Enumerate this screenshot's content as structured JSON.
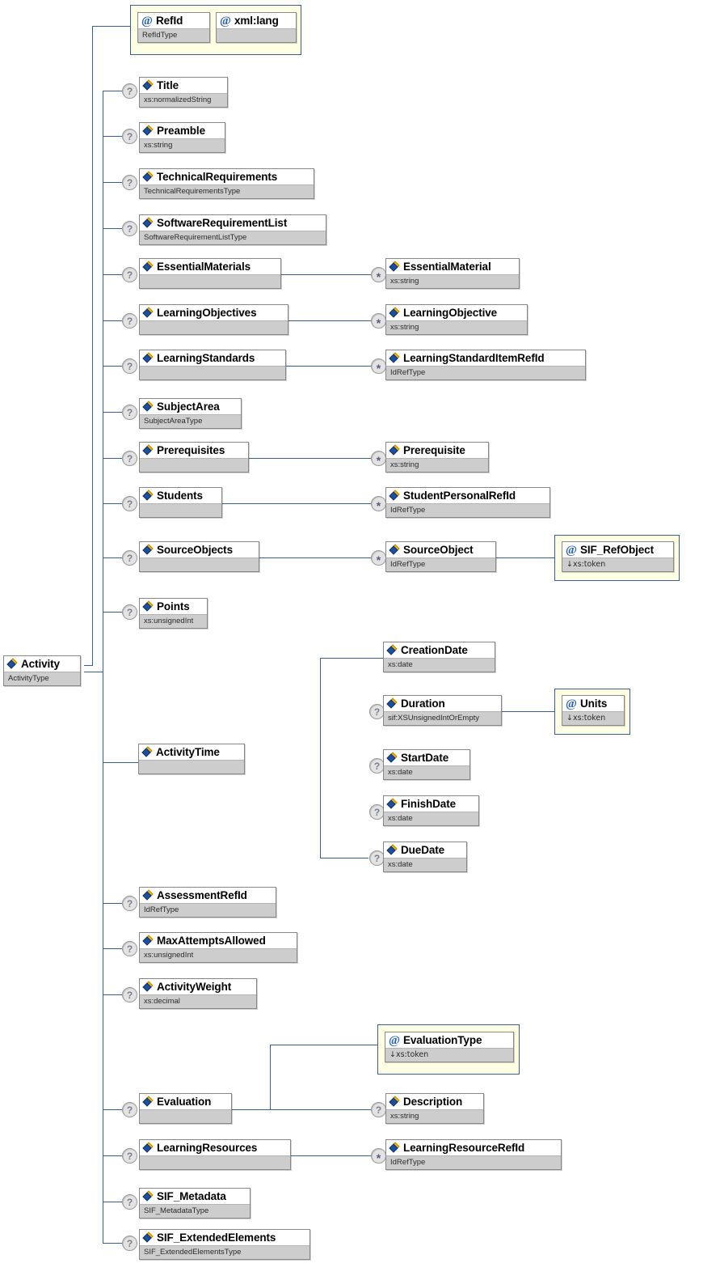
{
  "diagram": {
    "title": "Activity",
    "root": {
      "name": "Activity",
      "type": "ActivityType",
      "icon": "element-icon"
    },
    "accent_color": "#3a5f8a",
    "type_band_color": "#cdcdcd",
    "attribute_group_color": "#ffffe4"
  },
  "attribute_group_root": {
    "name": "activity-attributes",
    "attributes": [
      {
        "name": "RefId",
        "type": "RefIdType",
        "icon": "at-icon"
      },
      {
        "name": "xml:lang",
        "type": "",
        "icon": "at-icon"
      }
    ]
  },
  "elements": [
    {
      "name": "Title",
      "type": "xs:normalizedString",
      "occ": "?",
      "icon": "element-icon"
    },
    {
      "name": "Preamble",
      "type": "xs:string",
      "occ": "?",
      "icon": "element-icon"
    },
    {
      "name": "TechnicalRequirements",
      "type": "TechnicalRequirementsType",
      "occ": "?",
      "icon": "element-icon"
    },
    {
      "name": "SoftwareRequirementList",
      "type": "SoftwareRequirementListType",
      "occ": "?",
      "icon": "element-icon"
    },
    {
      "name": "EssentialMaterials",
      "type": "",
      "occ": "?",
      "icon": "element-icon"
    },
    {
      "name": "LearningObjectives",
      "type": "",
      "occ": "?",
      "icon": "element-icon"
    },
    {
      "name": "LearningStandards",
      "type": "",
      "occ": "?",
      "icon": "element-icon"
    },
    {
      "name": "SubjectArea",
      "type": "SubjectAreaType",
      "occ": "?",
      "icon": "element-icon"
    },
    {
      "name": "Prerequisites",
      "type": "",
      "occ": "?",
      "icon": "element-icon"
    },
    {
      "name": "Students",
      "type": "",
      "occ": "?",
      "icon": "element-icon"
    },
    {
      "name": "SourceObjects",
      "type": "",
      "occ": "?",
      "icon": "element-icon"
    },
    {
      "name": "Points",
      "type": "xs:unsignedInt",
      "occ": "?",
      "icon": "element-icon"
    },
    {
      "name": "ActivityTime",
      "type": "",
      "occ": "",
      "icon": "element-icon"
    },
    {
      "name": "AssessmentRefId",
      "type": "IdRefType",
      "occ": "?",
      "icon": "element-icon"
    },
    {
      "name": "MaxAttemptsAllowed",
      "type": "xs:unsignedInt",
      "occ": "?",
      "icon": "element-icon"
    },
    {
      "name": "ActivityWeight",
      "type": "xs:decimal",
      "occ": "?",
      "icon": "element-icon"
    },
    {
      "name": "Evaluation",
      "type": "",
      "occ": "?",
      "icon": "element-icon"
    },
    {
      "name": "LearningResources",
      "type": "",
      "occ": "?",
      "icon": "element-icon"
    },
    {
      "name": "SIF_Metadata",
      "type": "SIF_MetadataType",
      "occ": "?",
      "icon": "element-icon"
    },
    {
      "name": "SIF_ExtendedElements",
      "type": "SIF_ExtendedElementsType",
      "occ": "?",
      "icon": "element-icon"
    }
  ],
  "children": {
    "essential_material": {
      "name": "EssentialMaterial",
      "type": "xs:string",
      "occ": "*",
      "icon": "element-icon"
    },
    "learning_objective": {
      "name": "LearningObjective",
      "type": "xs:string",
      "occ": "*",
      "icon": "element-icon"
    },
    "learning_standard_item": {
      "name": "LearningStandardItemRefId",
      "type": "IdRefType",
      "occ": "*",
      "icon": "element-icon"
    },
    "prerequisite": {
      "name": "Prerequisite",
      "type": "xs:string",
      "occ": "*",
      "icon": "element-icon"
    },
    "student_personal_refid": {
      "name": "StudentPersonalRefId",
      "type": "IdRefType",
      "occ": "*",
      "icon": "element-icon"
    },
    "source_object": {
      "name": "SourceObject",
      "type": "IdRefType",
      "occ": "*",
      "icon": "element-icon"
    },
    "sif_refobject": {
      "name": "SIF_RefObject",
      "type": "↓xs:token",
      "occ": "",
      "icon": "at-icon"
    },
    "creation_date": {
      "name": "CreationDate",
      "type": "xs:date",
      "occ": "",
      "icon": "element-icon"
    },
    "duration": {
      "name": "Duration",
      "type": "sif:XSUnsignedIntOrEmpty",
      "occ": "?",
      "icon": "element-icon"
    },
    "units": {
      "name": "Units",
      "type": "↓xs:token",
      "occ": "",
      "icon": "at-icon"
    },
    "start_date": {
      "name": "StartDate",
      "type": "xs:date",
      "occ": "?",
      "icon": "element-icon"
    },
    "finish_date": {
      "name": "FinishDate",
      "type": "xs:date",
      "occ": "?",
      "icon": "element-icon"
    },
    "due_date": {
      "name": "DueDate",
      "type": "xs:date",
      "occ": "?",
      "icon": "element-icon"
    },
    "evaluation_type": {
      "name": "EvaluationType",
      "type": "↓xs:token",
      "occ": "",
      "icon": "at-icon"
    },
    "description": {
      "name": "Description",
      "type": "xs:string",
      "occ": "?",
      "icon": "element-icon"
    },
    "learning_resource_refid": {
      "name": "LearningResourceRefId",
      "type": "IdRefType",
      "occ": "*",
      "icon": "element-icon"
    }
  }
}
